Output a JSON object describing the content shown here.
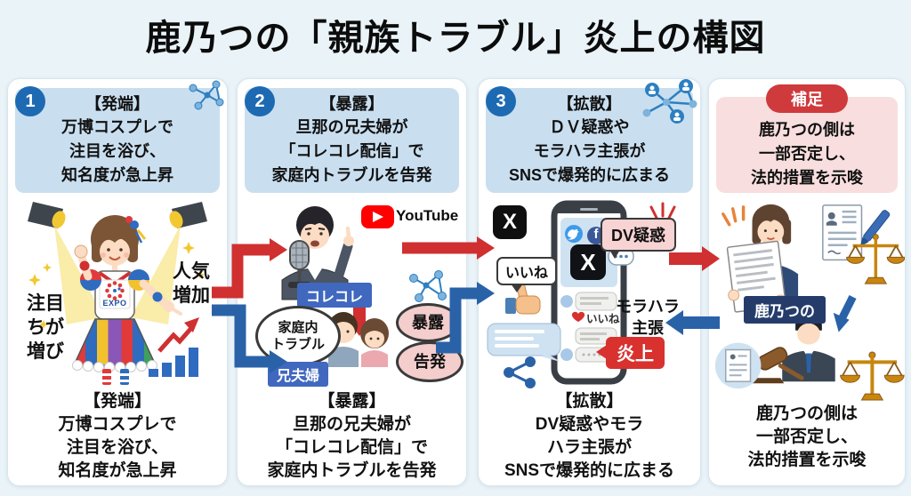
{
  "title": "鹿乃つの「親族トラブル」炎上の構図",
  "columns": [
    {
      "number": "1",
      "header": {
        "tag": "【発端】",
        "lines": [
          "万博コスプレで",
          "注目を浴び、",
          "知名度が急上昇"
        ]
      },
      "caption": {
        "tag": "【発端】",
        "lines": [
          "万博コスプレで",
          "注目を浴び、",
          "知名度が急上昇"
        ]
      },
      "labels": {
        "attention": [
          "注目",
          "ちが",
          "増び"
        ],
        "popularity": [
          "人気",
          "増加"
        ],
        "expo": "EXPO"
      }
    },
    {
      "number": "2",
      "header": {
        "tag": "【暴露】",
        "lines": [
          "旦那の兄夫婦が",
          "「コレコレ配信」で",
          "家庭内トラブルを告発"
        ]
      },
      "caption": {
        "tag": "【暴露】",
        "lines": [
          "旦那の兄夫婦が",
          "「コレコレ配信」で",
          "家庭内トラブルを告発"
        ]
      },
      "labels": {
        "youtube": "YouTube",
        "korekore": "コレコレ",
        "household": [
          "家庭内",
          "トラブル"
        ],
        "expose": "暴露",
        "accuse": "告発",
        "brother_couple": "兄夫婦"
      }
    },
    {
      "number": "3",
      "header": {
        "tag": "【拡散】",
        "lines": [
          "ＤＶ疑惑や",
          "モラハラ主張が",
          "SNSで爆発的に広まる"
        ]
      },
      "caption": {
        "tag": "【拡散】",
        "lines": [
          "DV疑惑やモラ",
          "ハラ主張が",
          "SNSで爆発的に広まる"
        ]
      },
      "labels": {
        "x_app": "X",
        "x_phone": "X",
        "facebook_f": "f",
        "dv": "DV疑惑",
        "like": "いいね",
        "heart_like": "いいね",
        "morahara": [
          "モラハラ",
          "主張"
        ],
        "enjo": "炎上"
      }
    },
    {
      "pill": "補足",
      "header": {
        "lines": [
          "鹿乃つの側は",
          "一部否定し、",
          "法的措置を示唆"
        ]
      },
      "caption": {
        "lines": [
          "鹿乃つの側は",
          "一部否定し、",
          "法的措置を示唆"
        ]
      },
      "labels": {
        "kanotsuno": "鹿乃つの"
      }
    }
  ],
  "colors": {
    "background": "#e9f3f8",
    "card": "#ffffff",
    "header_blue": "#c9dff0",
    "header_pink": "#f8dede",
    "pill_red": "#cf3a3c",
    "number_circle": "#1d6ab3",
    "arrow_red": "#d03030",
    "arrow_blue": "#2a62a8",
    "label_blue": "#4068bf",
    "label_navy": "#253c6b",
    "youtube_red": "#ff0000",
    "enjo_red": "#d8312e"
  }
}
